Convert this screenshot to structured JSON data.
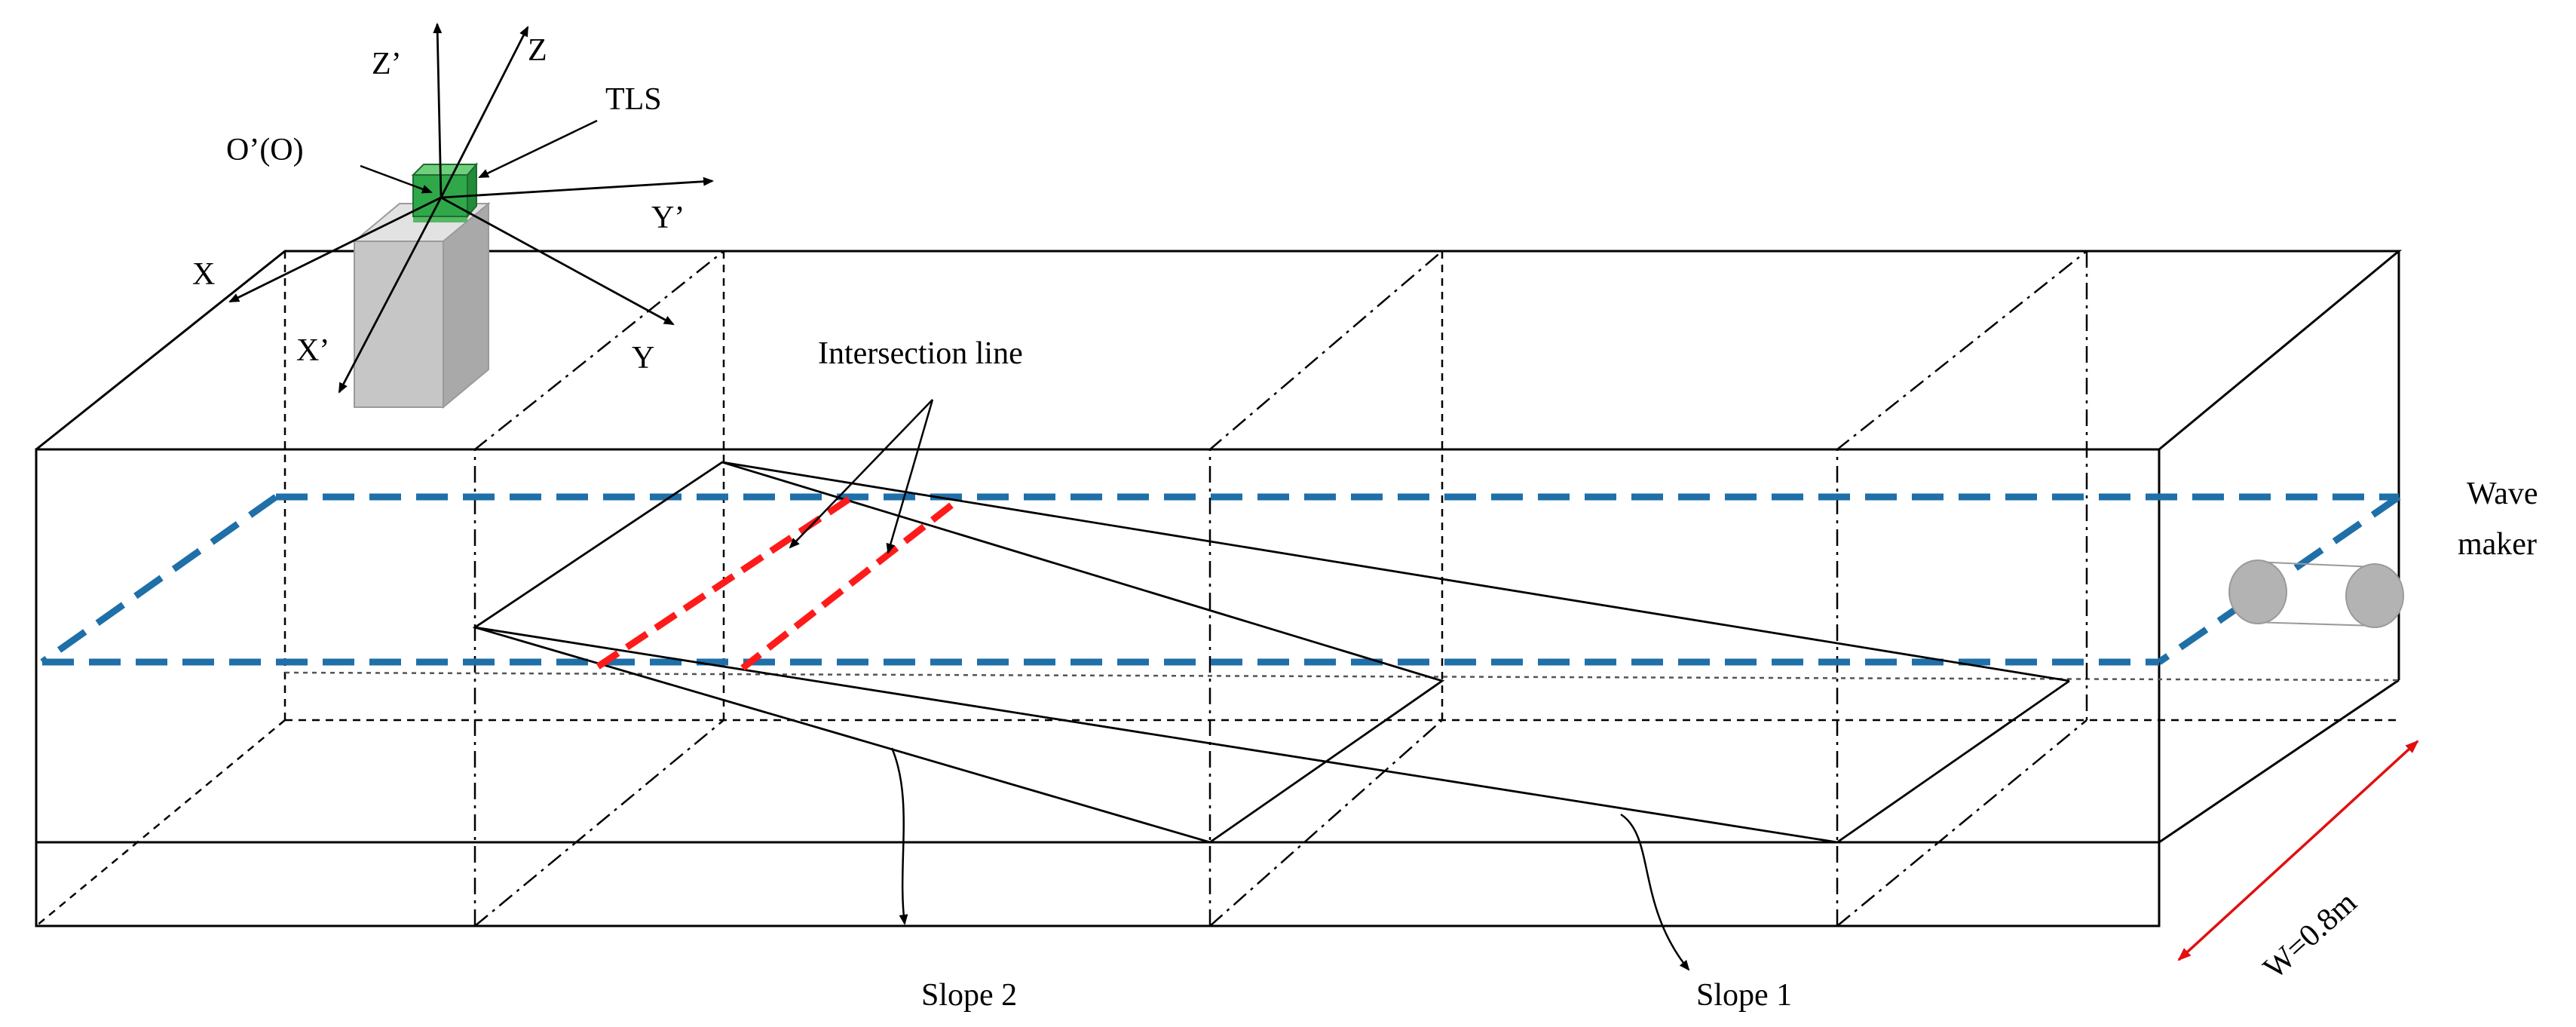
{
  "labels": {
    "tls": "TLS",
    "origin": "O’(O)",
    "z_prime": "Z’",
    "z": "Z",
    "y_prime": "Y’",
    "y": "Y",
    "x": "X",
    "x_prime": "X’",
    "intersection_line": "Intersection line",
    "wave": "Wave",
    "maker": "maker",
    "width": "W=0.8m",
    "slope2": "Slope 2",
    "slope1": "Slope 1"
  },
  "colors": {
    "line": "#000000",
    "water_surface": "#1f6fa8",
    "intersection": "#ff1a1a",
    "dimension": "#e01010",
    "scanner_green": "#2fa84a",
    "mount_gray": "#c6c6c6",
    "wavemaker_gray": "#b3b3b3"
  }
}
